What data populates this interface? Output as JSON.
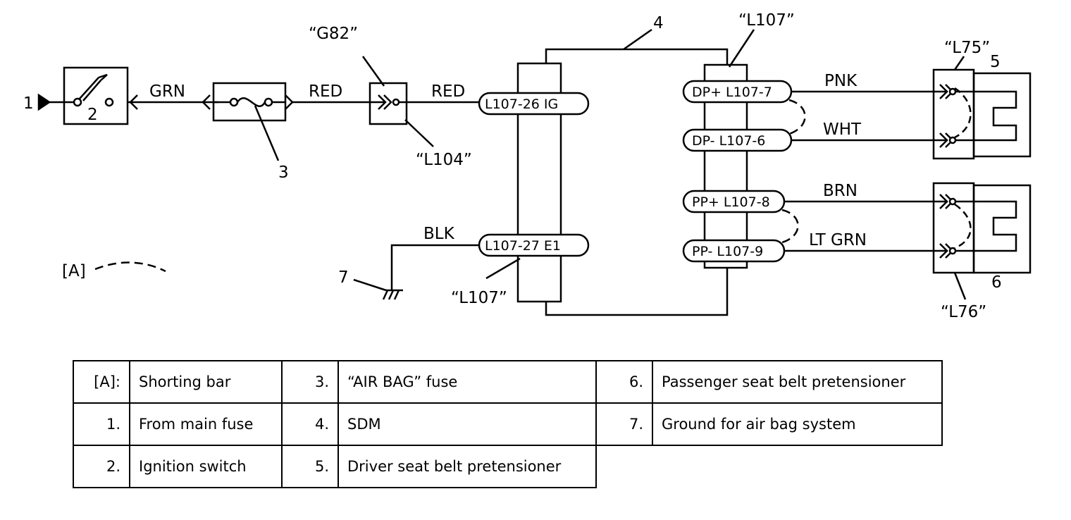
{
  "diagram": {
    "wires": {
      "grn": "GRN",
      "red_a": "RED",
      "red_b": "RED",
      "blk": "BLK",
      "pnk": "PNK",
      "wht": "WHT",
      "brn": "BRN",
      "ltgrn": "LT GRN"
    },
    "connectors": {
      "g82": "“G82”",
      "l104": "“L104”",
      "l107_top": "“L107”",
      "l107_bottom": "“L107”",
      "l75": "“L75”",
      "l76": "“L76”"
    },
    "terminals": {
      "ig": "L107-26  IG",
      "e1": "L107-27   E1",
      "dp_plus": "DP+ L107-7",
      "dp_minus": "DP-  L107-6",
      "pp_plus": "PP+ L107-8",
      "pp_minus": "PP-  L107-9"
    },
    "callouts": {
      "n1": "1",
      "n2": "2",
      "n3": "3",
      "n4": "4",
      "n5": "5",
      "n6": "6",
      "n7": "7",
      "a": "[A]"
    }
  },
  "legend": {
    "rows": [
      [
        {
          "key": "[A]:",
          "desc": "Shorting bar"
        },
        {
          "key": "3.",
          "desc": "“AIR BAG” fuse"
        },
        {
          "key": "6.",
          "desc": "Passenger seat belt pretensioner"
        }
      ],
      [
        {
          "key": "1.",
          "desc": "From main fuse"
        },
        {
          "key": "4.",
          "desc": "SDM"
        },
        {
          "key": "7.",
          "desc": "Ground for air bag system"
        }
      ],
      [
        {
          "key": "2.",
          "desc": "Ignition switch"
        },
        {
          "key": "5.",
          "desc": "Driver seat belt pretensioner"
        }
      ]
    ]
  }
}
